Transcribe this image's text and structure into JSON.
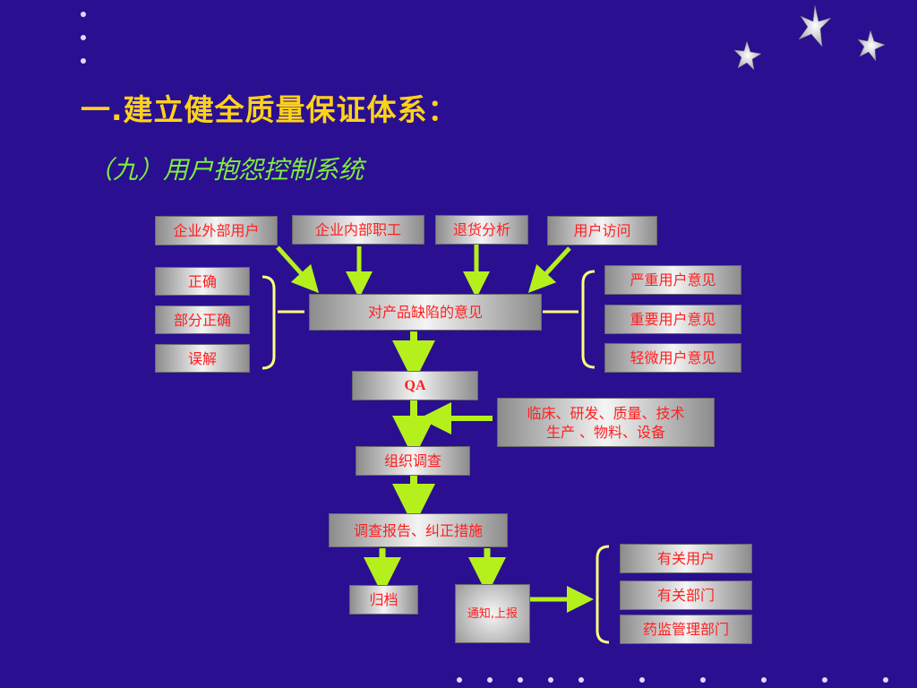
{
  "title": "一.建立健全质量保证体系：",
  "subtitle": "（九）用户抱怨控制系统",
  "diagram": {
    "sources": [
      "企业外部用户",
      "企业内部职工",
      "退货分析",
      "用户访问"
    ],
    "left_labels": [
      "正确",
      "部分正确",
      "误解"
    ],
    "center": "对产品缺陷的意见",
    "right_labels": [
      "严重用户意见",
      "重要用户意见",
      "轻微用户意见"
    ],
    "qa": "QA",
    "departments_line1": "临床、研发、质量、技术",
    "departments_line2": "生产 、物料、设备",
    "organize": "组织调查",
    "report": "调查报告、纠正措施",
    "archive": "归档",
    "notify": "通知,上报",
    "recipients": [
      "有关用户",
      "有关部门",
      "药监管理部门"
    ]
  }
}
